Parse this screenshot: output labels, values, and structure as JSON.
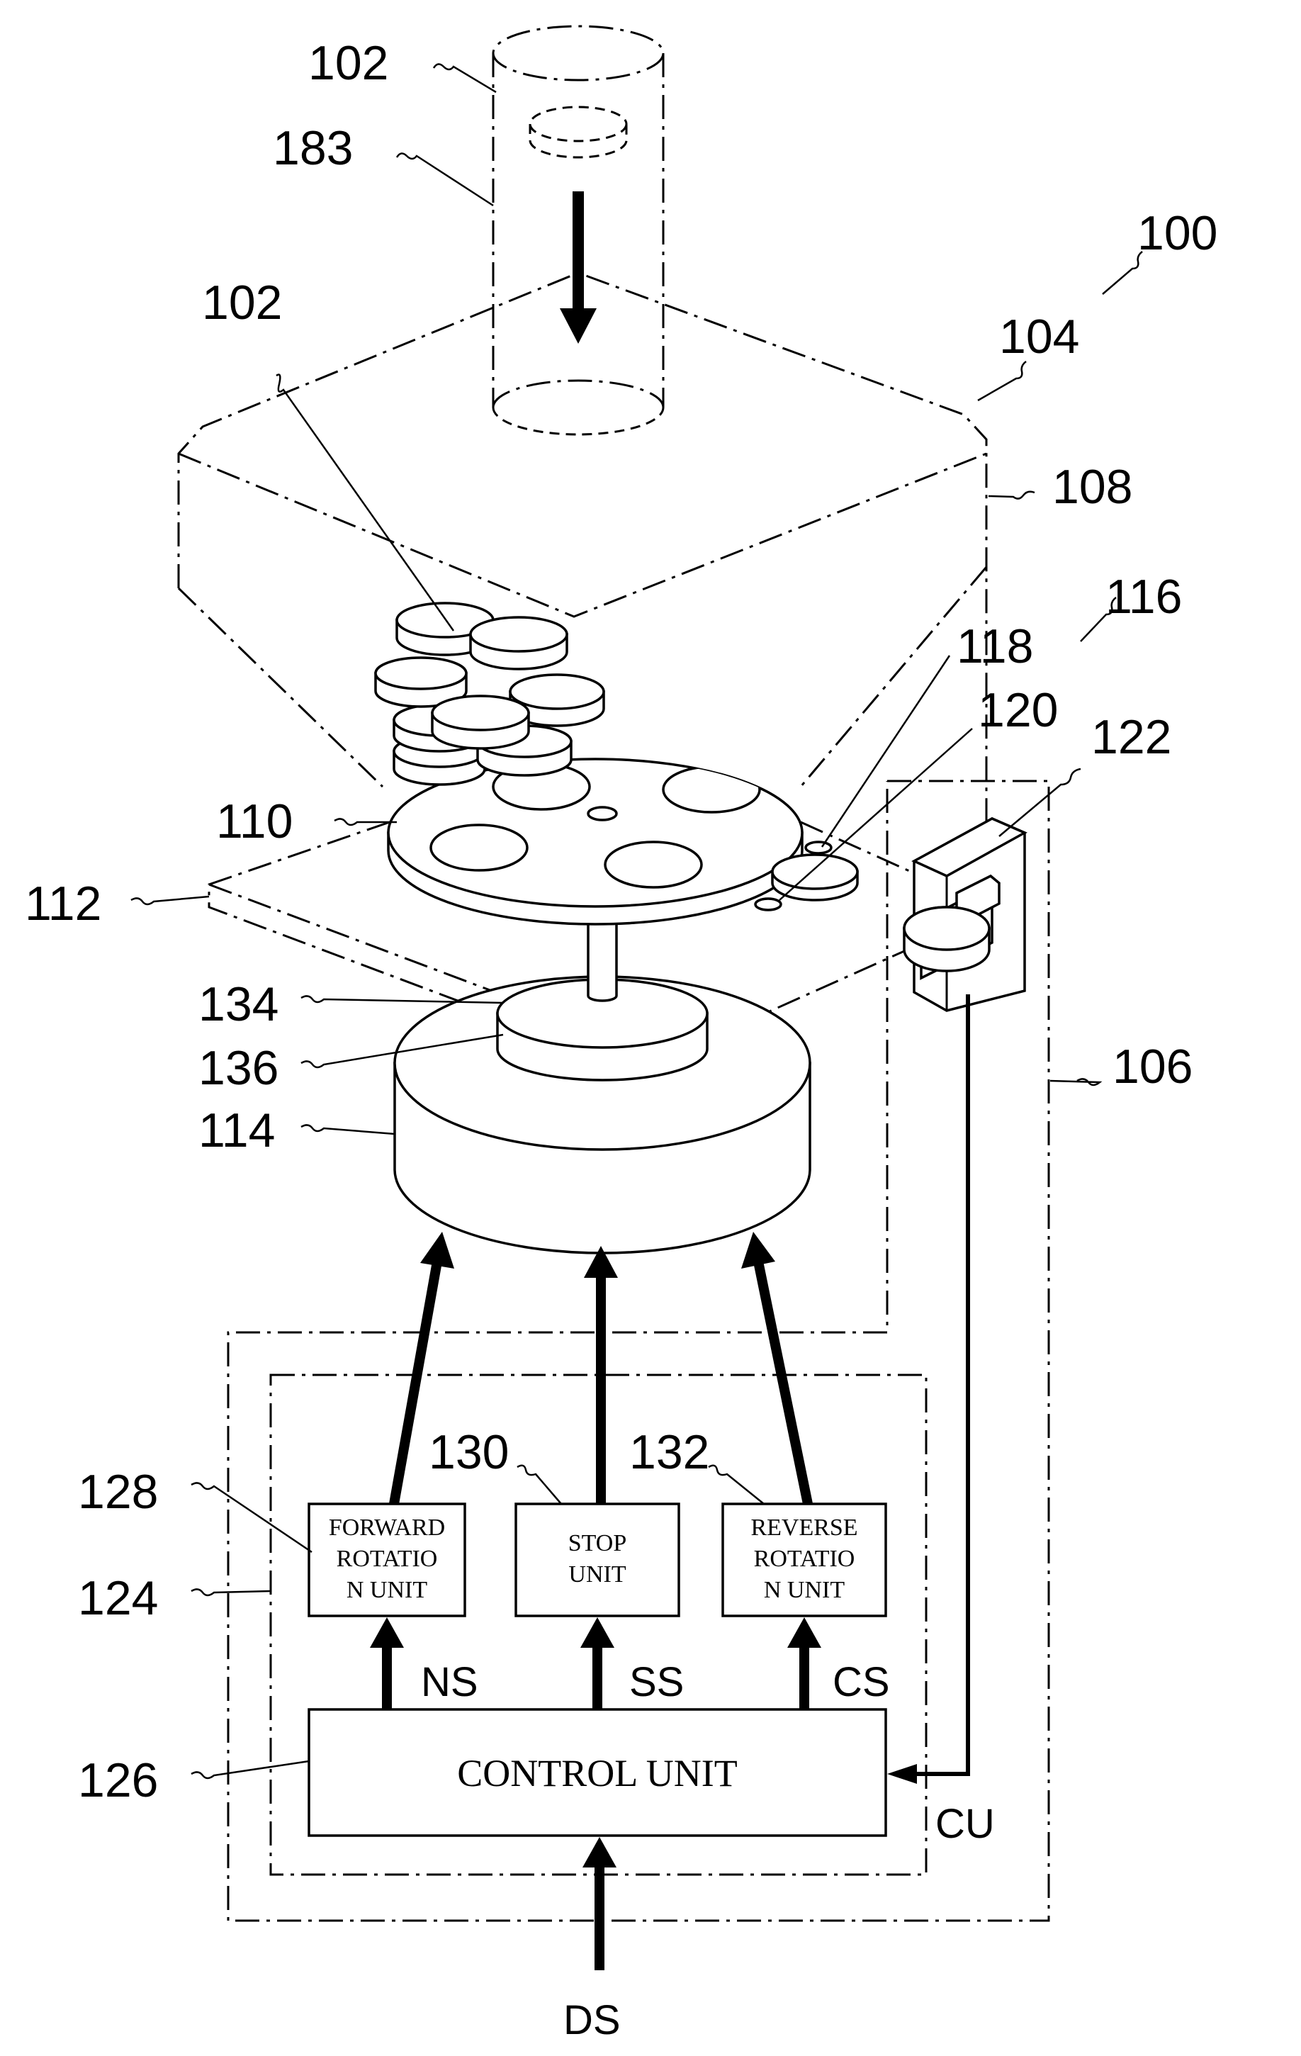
{
  "refs": {
    "r100": "100",
    "r102a": "102",
    "r102b": "102",
    "r104": "104",
    "r106": "106",
    "r108": "108",
    "r110": "110",
    "r112": "112",
    "r114": "114",
    "r116": "116",
    "r118": "118",
    "r120": "120",
    "r122": "122",
    "r124": "124",
    "r126": "126",
    "r128": "128",
    "r130": "130",
    "r132": "132",
    "r134": "134",
    "r136": "136",
    "r183": "183"
  },
  "blocks": {
    "forward": [
      "FORWARD",
      "ROTATIO",
      "N UNIT"
    ],
    "stop": [
      "STOP",
      "UNIT"
    ],
    "reverse": [
      "REVERSE",
      "ROTATIO",
      "N UNIT"
    ],
    "control": "CONTROL UNIT"
  },
  "signals": {
    "ns": "NS",
    "ss": "SS",
    "cs": "CS",
    "cu": "CU",
    "ds": "DS"
  }
}
